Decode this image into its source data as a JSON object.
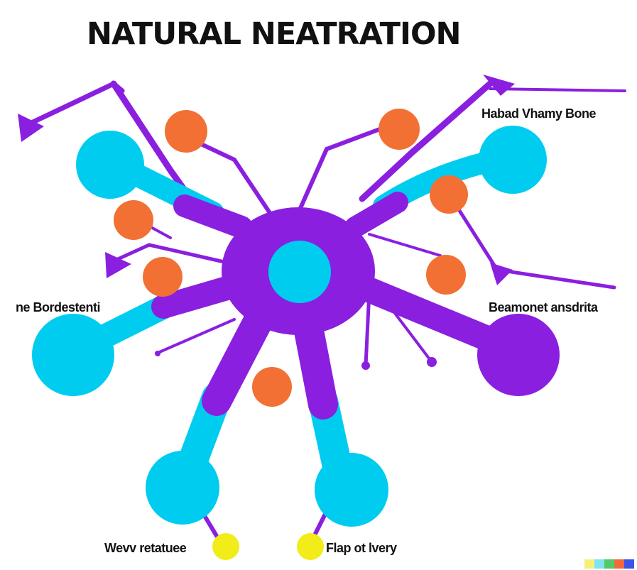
{
  "title": "NATURAL NEATRATION",
  "labels": {
    "top_right": "Habad Vhamy Bone",
    "left": "ne Bordestenti",
    "right": "Beamonet ansdrita",
    "bottom_left": "Wevv retatuee",
    "bottom_right": "Flap ot lvery"
  },
  "colors": {
    "purple": "#8a1fe0",
    "cyan": "#00ccf0",
    "orange": "#f27034",
    "yellow": "#f2ec18",
    "text": "#111111",
    "background": "#ffffff"
  },
  "watermark": {
    "swatches": [
      "#f5f07a",
      "#7fe3f0",
      "#55c96a",
      "#ef6a3c",
      "#3c55e8"
    ]
  }
}
